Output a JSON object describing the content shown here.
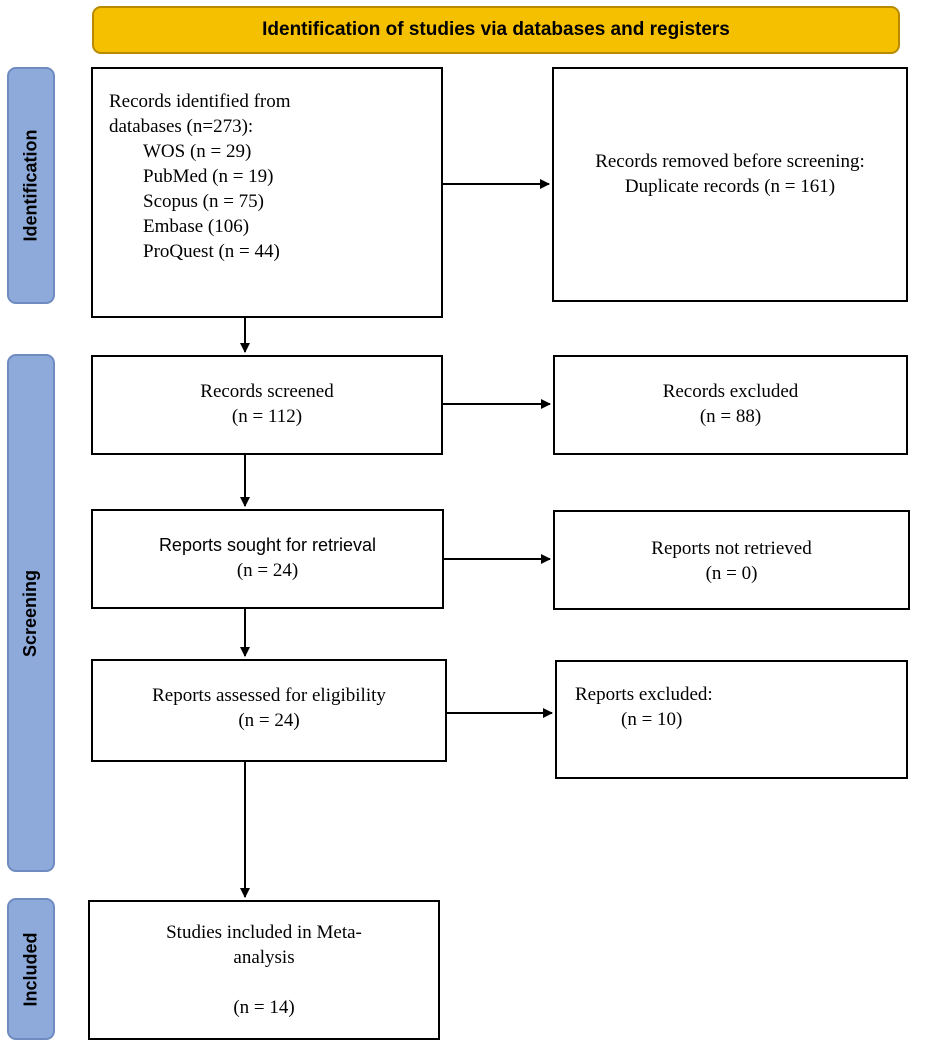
{
  "banner": {
    "title": "Identification of studies via databases and registers"
  },
  "phases": {
    "identification": "Identification",
    "screening": "Screening",
    "included": "Included"
  },
  "identified": {
    "line1": "Records identified from",
    "line2": "databases (n=273):",
    "sources": [
      "WOS (n = 29)",
      "PubMed (n = 19)",
      "Scopus (n = 75)",
      "Embase (106)",
      "ProQuest (n = 44)"
    ]
  },
  "removed": {
    "line1": "Records removed before screening:",
    "line2": "Duplicate records (n = 161)"
  },
  "screened": {
    "line1": "Records screened",
    "line2": "(n = 112)"
  },
  "excluded_records": {
    "line1": "Records excluded",
    "line2": "(n = 88)"
  },
  "sought": {
    "line1": "Reports sought for retrieval",
    "line2": "(n = 24)"
  },
  "not_retrieved": {
    "line1": "Reports not retrieved",
    "line2": "(n = 0)"
  },
  "assessed": {
    "line1": "Reports assessed for eligibility",
    "line2": "(n = 24)"
  },
  "reports_excluded": {
    "line1": "Reports excluded:",
    "line2": "(n = 10)"
  },
  "included": {
    "line1": "Studies included in Meta-",
    "line2": "analysis",
    "line3": "(n = 14)"
  }
}
